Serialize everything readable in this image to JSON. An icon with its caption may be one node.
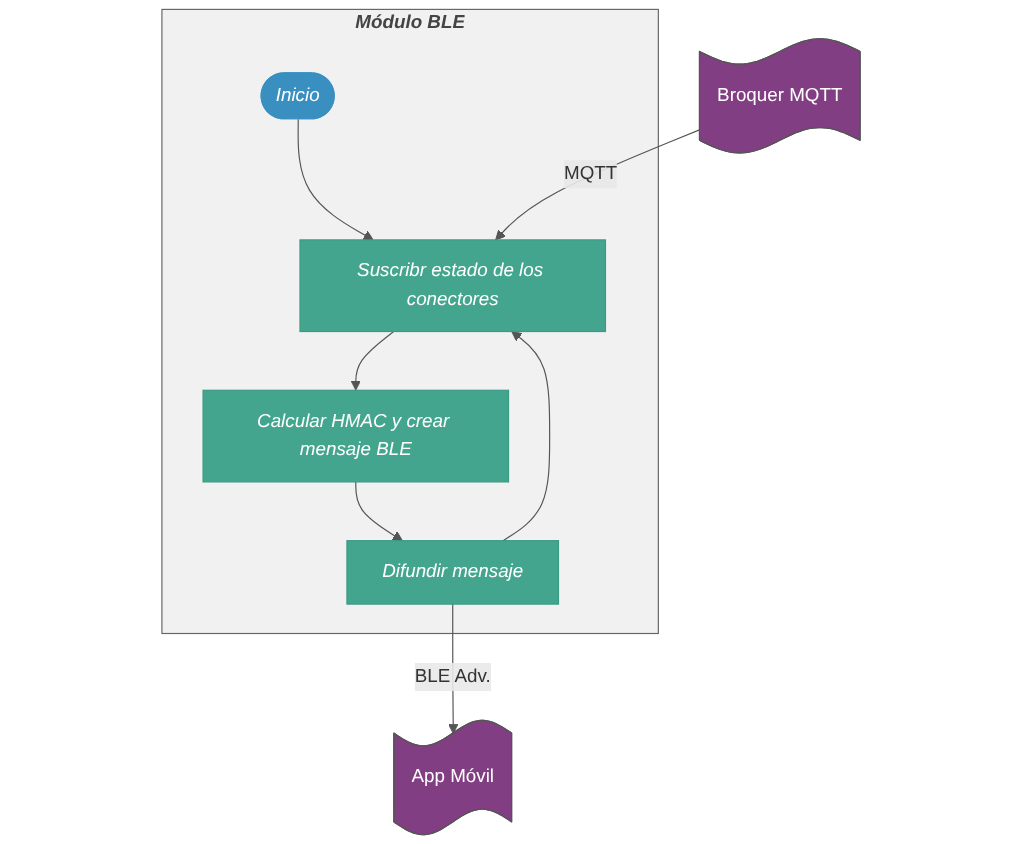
{
  "diagram": {
    "nodes": [
      {
        "text": [
          "Módulo BLE"
        ]
      },
      {
        "text": [
          "Inicio"
        ],
        "in": 0
      },
      {
        "text": [
          "Suscribr estado de los conectores"
        ],
        "in": 0
      },
      {
        "text": [
          "Calcular HMAC y crear mensaje BLE"
        ],
        "in": 0
      },
      {
        "text": [
          "Difundir mensaje"
        ],
        "in": 0
      },
      {
        "text": [
          "Broquer MQTT"
        ]
      },
      {
        "text": [
          "App Móvil"
        ]
      }
    ],
    "edges": [
      {
        "from": 1,
        "to": 2,
        "arrow": "to"
      },
      {
        "from": 2,
        "to": 3,
        "arrow": "to"
      },
      {
        "from": 3,
        "to": 4,
        "arrow": "to"
      },
      {
        "from": 4,
        "to": 2,
        "arrow": "to"
      },
      {
        "from": 5,
        "to": 2,
        "label": "MQTT",
        "arrow": "to"
      },
      {
        "from": 4,
        "to": 6,
        "label": "BLE Adv.",
        "arrow": "to"
      }
    ]
  }
}
